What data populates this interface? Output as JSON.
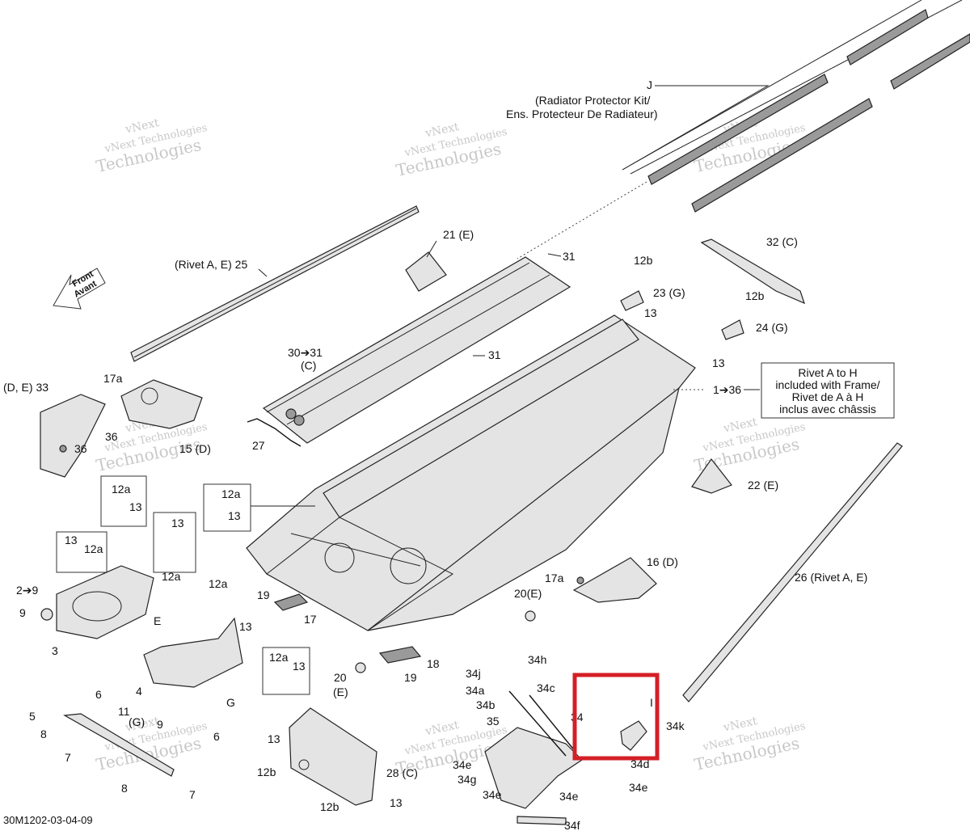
{
  "diagram": {
    "code": "30M1202-03-04-09",
    "front_arrow": {
      "line1": "Front",
      "line2": "Avant"
    },
    "watermark": {
      "line1": "vNext",
      "line2": "vNext Technologies",
      "line3": "Technologies"
    },
    "radiator_kit": {
      "letter": "J",
      "line1": "(Radiator Protector Kit/",
      "line2": "Ens. Protecteur De Radiateur)"
    },
    "rivet_note": {
      "line1": "Rivet A to H",
      "line2": "included with Frame/",
      "line3": "Rivet de A à H",
      "line4": "inclus avec châssis"
    },
    "labels": {
      "rivet25": "(Rivet A, E) 25",
      "p21": "21 (E)",
      "p31a": "31",
      "p31b": "31",
      "p30": "30➔31",
      "p30c": "(C)",
      "p27": "27",
      "p12b_1": "12b",
      "p23": "23 (G)",
      "p13_1": "13",
      "p32": "32 (C)",
      "p12b_2": "12b",
      "p24": "24 (G)",
      "p13_2": "13",
      "p1": "1➔36",
      "p17a_1": "17a",
      "p33": "(D, E) 33",
      "p36_1": "36",
      "p36_2": "36",
      "p15": "15 (D)",
      "p22": "22 (E)",
      "p26": "26  (Rivet A, E)",
      "p16": "16 (D)",
      "p17a_2": "17a",
      "p20e_1": "20(E)",
      "p12a_1": "12a",
      "p13_3": "13",
      "p12a_2": "12a",
      "p13_4": "13",
      "p13_5": "13",
      "p12a_3": "12a",
      "p13_6": "13",
      "p12a_4": "12a",
      "p2": "2➔9",
      "p9_1": "9",
      "p3": "3",
      "pE": "E",
      "p12a_5": "12a",
      "p13_7": "13",
      "p19_1": "19",
      "p17": "17",
      "p6_1": "6",
      "p4": "4",
      "p11": "11",
      "p11g": "(G)",
      "p9_2": "9",
      "pG": "G",
      "p12a_6": "12a",
      "p13_8": "13",
      "p5": "5",
      "p8_1": "8",
      "p7_1": "7",
      "p6_2": "6",
      "p8_2": "8",
      "p7_2": "7",
      "p20_2": "20",
      "p20e_2": "(E)",
      "p18": "18",
      "p19_2": "19",
      "p13_9": "13",
      "p12b_3": "12b",
      "p12b_4": "12b",
      "p13_10": "13",
      "p28": "28 (C)",
      "p34h": "34h",
      "p34j": "34j",
      "p34a": "34a",
      "p34c": "34c",
      "p34b": "34b",
      "p34": "34",
      "p35": "35",
      "p34e_1": "34e",
      "p34g": "34g",
      "p34e_2": "34e",
      "p34e_3": "34e",
      "p34d": "34d",
      "p34e_4": "34e",
      "p34f": "34f",
      "pI": "I",
      "p34k": "34k"
    },
    "highlight_color": "#d41f26"
  }
}
